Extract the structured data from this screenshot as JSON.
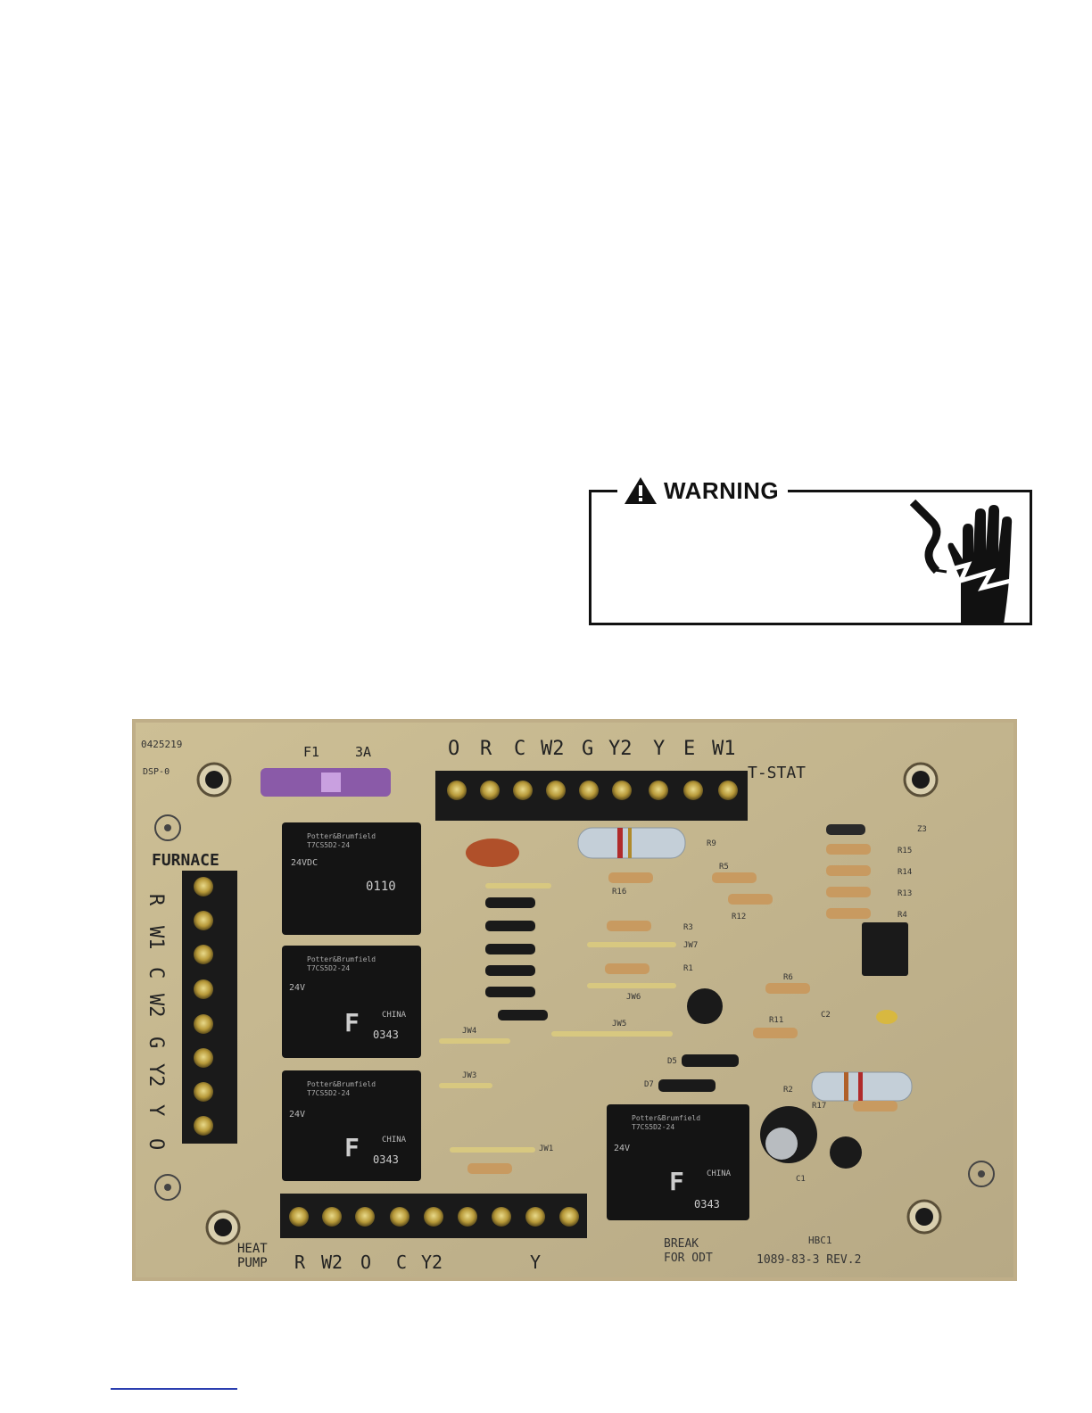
{
  "warning": {
    "title": "WARNING",
    "icon": "electrical-shock-hand-icon"
  },
  "board": {
    "part_number": "0425219",
    "label_dsp": "DSP-0",
    "fuse": {
      "label": "F1",
      "rating": "3A"
    },
    "tstat_header": "T-STAT",
    "tstat_terminals": [
      "O",
      "R",
      "C",
      "W2",
      "G",
      "Y2",
      "Y",
      "E",
      "W1"
    ],
    "furnace_header": "FURNACE",
    "furnace_terminals": [
      "R",
      "W1",
      "C",
      "W2",
      "G",
      "Y2",
      "Y",
      "O"
    ],
    "heatpump_header": [
      "HEAT",
      "PUMP"
    ],
    "heatpump_terminals": [
      "R",
      "W2",
      "O",
      "C",
      "Y2",
      "",
      "",
      "Y",
      ""
    ],
    "break_note": [
      "BREAK",
      "FOR ODT"
    ],
    "board_id": "HBC1",
    "board_rev": "1089-83-3  REV.2",
    "relay_top": {
      "brand": "Potter&Brumfield",
      "model": "T7CS5D2-24",
      "volt": "24VDC",
      "code": "0110"
    },
    "relay_mid": {
      "brand": "Potter&Brumfield",
      "model": "T7CS5D2-24",
      "volt": "24V",
      "letter": "F",
      "origin": "CHINA",
      "code": "0343"
    },
    "relay_bottom": {
      "brand": "Potter&Brumfield",
      "model": "T7CS5D2-24",
      "volt": "24V",
      "letter": "F",
      "origin": "CHINA",
      "code": "0343"
    },
    "relay_right": {
      "brand": "Potter&Brumfield",
      "model": "T7CS5D2-24",
      "volt": "24V",
      "letter": "F",
      "origin": "CHINA",
      "code": "0343"
    },
    "component_labels": {
      "z3": "Z3",
      "r15": "R15",
      "r14": "R14",
      "r13": "R13",
      "r4": "R4",
      "r9": "R9",
      "r16": "R16",
      "r3": "R3",
      "r12": "R12",
      "r5": "R5",
      "jw7": "JW7",
      "r1": "R1",
      "jw6": "JW6",
      "jw5": "JW5",
      "jw4": "JW4",
      "jw3": "JW3",
      "jw1": "JW1",
      "r6": "R6",
      "r11": "R11",
      "c2": "C2",
      "r2": "R2",
      "r17": "R17",
      "c1": "C1",
      "d7": "D7",
      "d5": "D5"
    }
  }
}
